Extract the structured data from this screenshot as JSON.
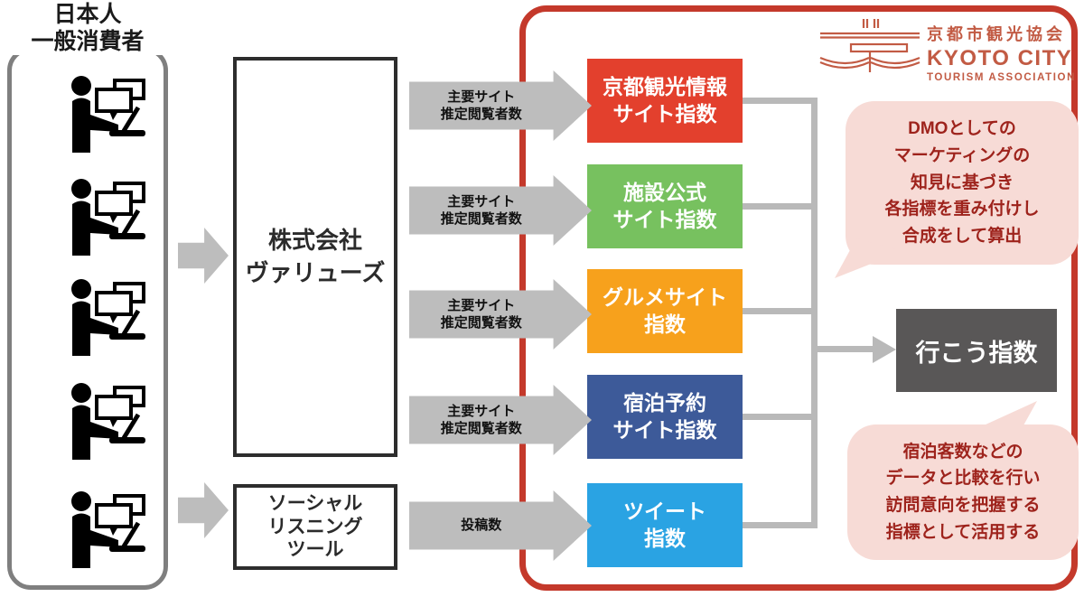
{
  "consumers": {
    "title": "日本人\n一般消費者",
    "icon": "person-at-computer-icon",
    "count": 5
  },
  "sources": {
    "values_company": "株式会社\nヴァリューズ",
    "social_listening": "ソーシャル\nリスニング\nツール"
  },
  "flow_arrows": {
    "site_viewers_label": "主要サイト\n推定閲覧者数",
    "posts_label": "投稿数"
  },
  "indices": [
    {
      "label": "京都観光情報\nサイト指数",
      "color": "#e3402d"
    },
    {
      "label": "施設公式\nサイト指数",
      "color": "#77c15f"
    },
    {
      "label": "グルメサイト\n指数",
      "color": "#f7a11c"
    },
    {
      "label": "宿泊予約\nサイト指数",
      "color": "#3d5a99"
    },
    {
      "label": "ツイート\n指数",
      "color": "#2aa3e3"
    }
  ],
  "output": {
    "label": "行こう指数",
    "color": "#595757"
  },
  "logo": {
    "jp": "京都市観光協会",
    "en_line1": "KYOTO CITY",
    "en_line2": "TOURISM ASSOCIATION",
    "color": "#c25b44"
  },
  "notes": {
    "weighting": "DMOとしての\nマーケティングの\n知見に基づき\n各指標を重み付けし\n合成をして算出",
    "usage": "宿泊客数などの\nデータと比較を行い\n訪問意向を把握する\n指標として活用する",
    "bg_color": "#f7dbd6",
    "text_color": "#9e231c"
  },
  "frame": {
    "border_color": "#c4392b"
  }
}
